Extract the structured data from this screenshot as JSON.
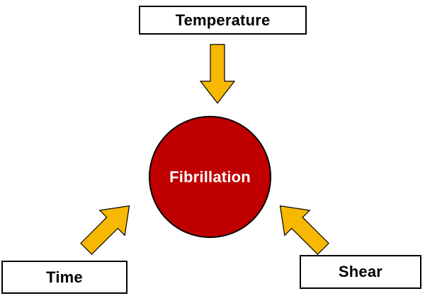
{
  "diagram": {
    "center": {
      "label": "Fibrillation",
      "fill": "#c00000"
    },
    "factors": {
      "temperature": "Temperature",
      "time": "Time",
      "shear": "Shear"
    },
    "arrow_color": "#f6b800"
  }
}
